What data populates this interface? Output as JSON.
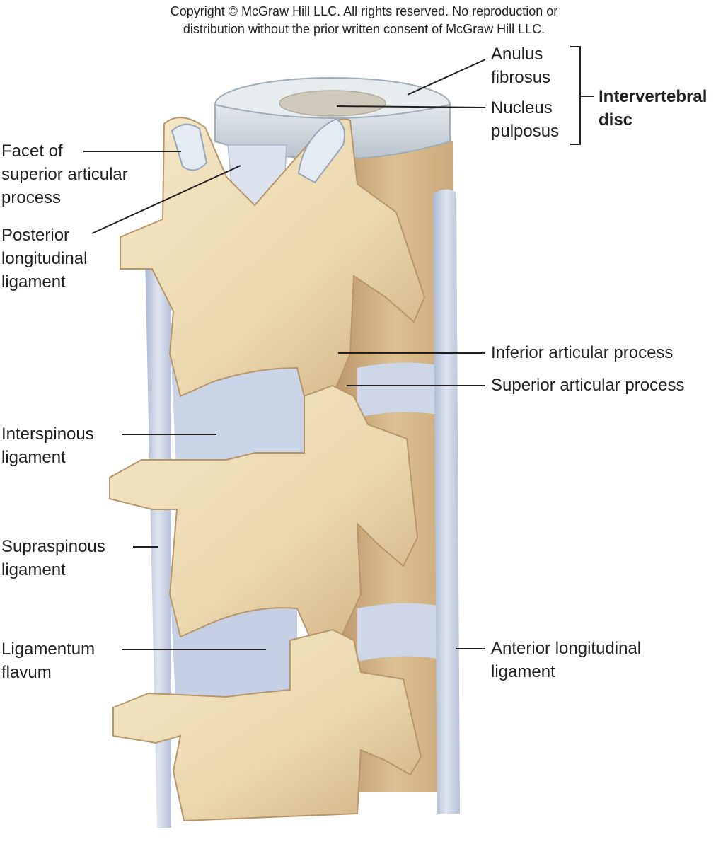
{
  "copyright": {
    "line1": "Copyright © McGraw Hill LLC. All rights reserved. No reproduction or",
    "line2": "distribution without the prior written consent of McGraw Hill LLC."
  },
  "labels": {
    "anulus_1": "Anulus",
    "anulus_2": "fibrosus",
    "nucleus_1": "Nucleus",
    "nucleus_2": "pulposus",
    "disc_1": "Intervertebral",
    "disc_2": "disc",
    "facet_1": "Facet of",
    "facet_2": "superior articular",
    "facet_3": "process",
    "pll_1": "Posterior",
    "pll_2": "longitudinal",
    "pll_3": "ligament",
    "inferior": "Inferior articular process",
    "superior": "Superior articular process",
    "interspinous_1": "Interspinous",
    "interspinous_2": "ligament",
    "supraspinous_1": "Supraspinous",
    "supraspinous_2": "ligament",
    "flavum_1": "Ligamentum",
    "flavum_2": "flavum",
    "all_1": "Anterior longitudinal",
    "all_2": "ligament"
  },
  "colors": {
    "bone": "#ecdcb6",
    "bone_shadow": "#c9a97a",
    "ligament": "#c9d3e6",
    "ligament_light": "#e4e9f2",
    "disc": "#d5dde3",
    "nucleus": "#c8c6b9",
    "leader": "#231f20"
  }
}
